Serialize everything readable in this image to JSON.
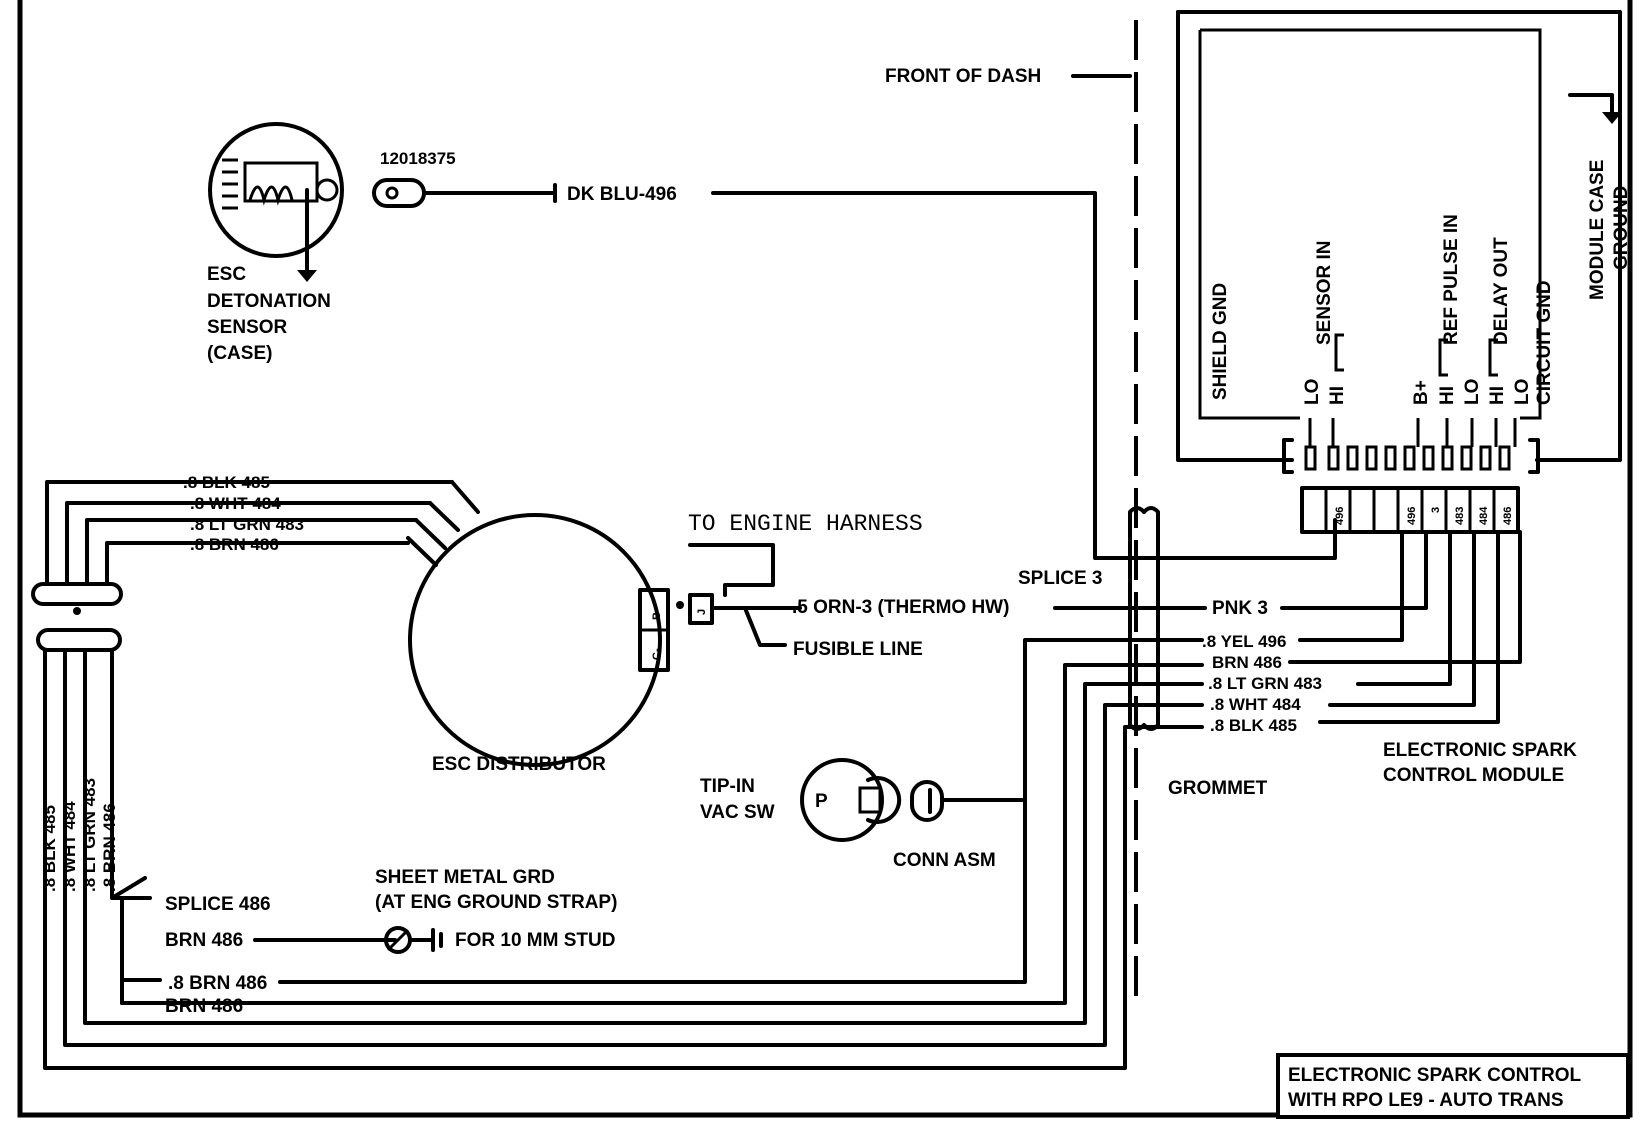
{
  "labels": {
    "front_of_dash": "FRONT OF DASH",
    "part_number": "12018375",
    "dk_blu": "DK BLU-496",
    "esc": "ESC",
    "detonation": "DETONATION",
    "sensor": "SENSOR",
    "case": "(CASE)",
    "blk485": ".8 BLK 485",
    "wht484": ".8 WHT 484",
    "ltgrn483": ".8 LT GRN 483",
    "brn486": ".8 BRN 486",
    "to_engine_harness": "TO ENGINE HARNESS",
    "orn3": ".5 ORN-3 (THERMO HW)",
    "fusible_line": "FUSIBLE LINE",
    "esc_distributor": "ESC DISTRIBUTOR",
    "splice3": "SPLICE 3",
    "pnk3": "PNK 3",
    "yel496": ".8 YEL 496",
    "brn486_r": "BRN 486",
    "ltgrn483_r": ".8 LT GRN 483",
    "wht484_r": ".8 WHT 484",
    "blk485_r": ".8 BLK 485",
    "grommet": "GROMMET",
    "tipin": "TIP-IN",
    "vacsw": "VAC SW",
    "conn_asm": "CONN ASM",
    "p": "P",
    "sheet_metal_grd": "SHEET METAL GRD",
    "at_eng_ground": "(AT ENG GROUND STRAP)",
    "splice486": "SPLICE 486",
    "brn486_a": "BRN 486",
    "for10mm": "FOR 10 MM STUD",
    "brn486_b": ".8 BRN 486",
    "brn486_c": "BRN 486",
    "escm1": "ELECTRONIC SPARK",
    "escm2": "CONTROL MODULE",
    "title1": "ELECTRONIC SPARK CONTROL",
    "title2": "WITH RPO LE9 - AUTO TRANS",
    "module_case": "MODULE CASE",
    "ground": "GROUND",
    "shield_gnd": "SHIELD GND",
    "sensor_in": "SENSOR IN",
    "ref_pulse_in": "REF PULSE IN",
    "delay_out": "DELAY OUT",
    "circuit_gnd": "CIRCUIT GND",
    "lo": "LO",
    "hi": "HI",
    "bplus": "B+",
    "v_blk": ".8 BLK 485",
    "v_wht": ".8 WHT 484",
    "v_ltgrn": ".8 LT GRN 483",
    "v_brn": ".8 BRN 486",
    "dist_b": "B-",
    "dist_c": "C-",
    "conn_j": "J",
    "pin496a": "496",
    "pin496b": "496",
    "pin3": "3",
    "pin483": "483",
    "pin484": "484",
    "pin486": "486"
  }
}
